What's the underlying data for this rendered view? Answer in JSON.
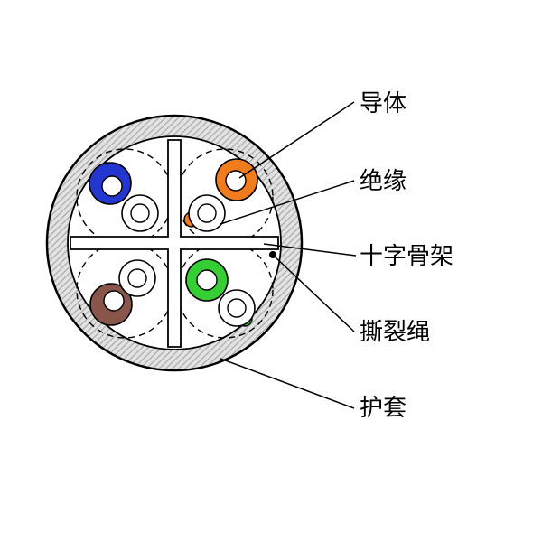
{
  "diagram": {
    "type": "cable-cross-section",
    "labels": {
      "conductor": {
        "text": "导体"
      },
      "insulation": {
        "text": "绝缘"
      },
      "cross_spline": {
        "text": "十字骨架"
      },
      "rip_cord": {
        "text": "撕裂绳"
      },
      "jacket": {
        "text": "护套"
      }
    },
    "colors": {
      "blue": "#2236d0",
      "orange": "#f07c1e",
      "green": "#35cf35",
      "brown": "#8a564c",
      "jacket_fill": "#e3e3e3",
      "hatch_line": "#a9a9a9",
      "line": "#000000",
      "white": "#ffffff"
    }
  }
}
